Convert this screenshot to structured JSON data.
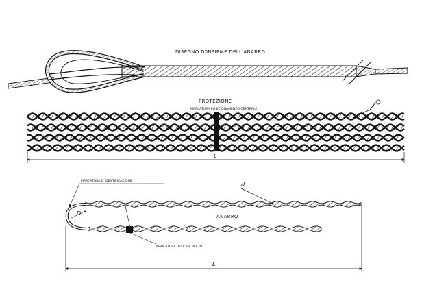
{
  "diagram": {
    "top": {
      "title": "DISEGNO D'INSIEME DELL'ANARRO"
    },
    "protection": {
      "title": "PROTEZIONE",
      "marker_label": "MARCATURA POSIZIONAMENTO CENTRALE",
      "dimension_label": "L"
    },
    "anchor": {
      "title": "ANARRO",
      "id_marking_label": "MARCATURA D'IDENTIFICAZIONE",
      "hook_marking_label": "MARCATURA DELL' INCROCIO",
      "loop_diameter_label": "D",
      "wire_diameter_label": "d",
      "dimension_label": "L"
    }
  }
}
